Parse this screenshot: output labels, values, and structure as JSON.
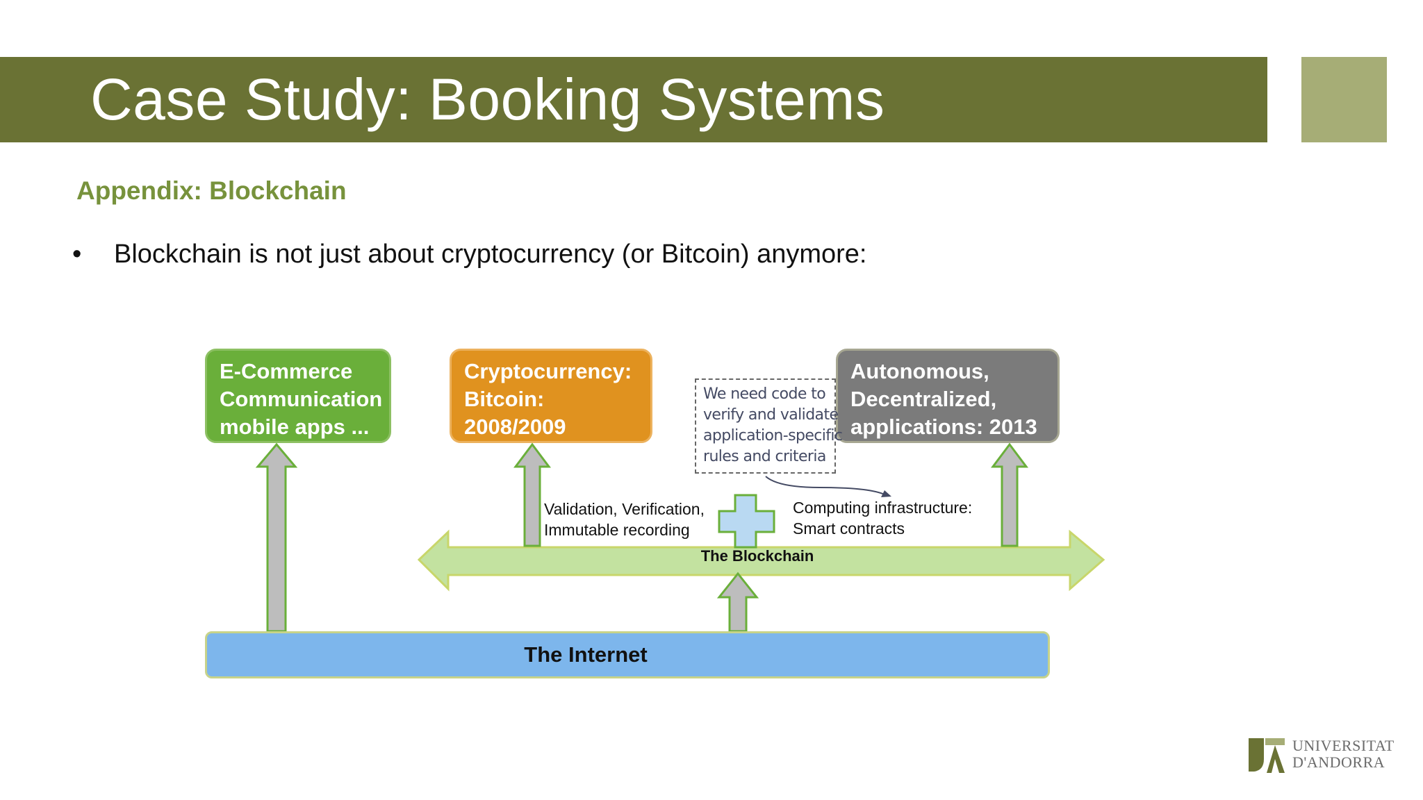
{
  "slide": {
    "title": "Case Study: Booking Systems",
    "subtitle": "Appendix: Blockchain",
    "bullet_marker": "•",
    "bullet_text": "Blockchain is not just about cryptocurrency (or Bitcoin) anymore:"
  },
  "diagram": {
    "ecommerce_box": [
      "E-Commerce",
      "Communication",
      "mobile apps ..."
    ],
    "crypto_box": [
      "Cryptocurrency:",
      "Bitcoin:",
      "2008/2009"
    ],
    "autonomous_box": [
      "Autonomous,",
      "Decentralized,",
      "applications:  2013"
    ],
    "note_box": [
      "We need code to",
      "verify and validate",
      "application-specific",
      "rules and criteria"
    ],
    "validation_label": [
      "Validation, Verification,",
      "Immutable recording"
    ],
    "computing_label": [
      "Computing infrastructure:",
      "Smart contracts"
    ],
    "blockchain_label": "The Blockchain",
    "internet_label": "The Internet"
  },
  "logo": {
    "lines": [
      "UNIVERSITAT",
      "D'ANDORRA"
    ]
  },
  "colors": {
    "title_bar": "#6a7234",
    "title_square": "#a6ad76",
    "subtitle": "#77923c",
    "ecommerce": "#6aaf3a",
    "crypto": "#e0921f",
    "autonomous": "#7b7b7b",
    "blockchain_arrow": "#c3e2a0",
    "plus": "#b9d9f2",
    "internet": "#7db6ec",
    "up_arrow": "#bdbdbd"
  }
}
